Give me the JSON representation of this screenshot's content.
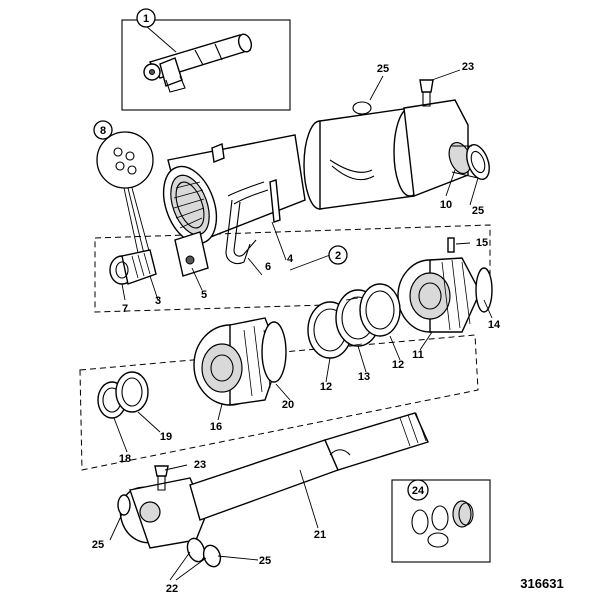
{
  "figure": {
    "reference_code": "316631"
  },
  "callouts": {
    "c1": "1",
    "c2": "2",
    "c3": "3",
    "c4": "4",
    "c5": "5",
    "c6": "6",
    "c7": "7",
    "c8": "8",
    "c10": "10",
    "c11": "11",
    "c12a": "12",
    "c12b": "12",
    "c13": "13",
    "c14": "14",
    "c15": "15",
    "c16": "16",
    "c18": "18",
    "c19": "19",
    "c20": "20",
    "c21": "21",
    "c22": "22",
    "c23a": "23",
    "c23b": "23",
    "c24": "24",
    "c25a": "25",
    "c25b": "25",
    "c25c": "25",
    "c25d": "25"
  }
}
